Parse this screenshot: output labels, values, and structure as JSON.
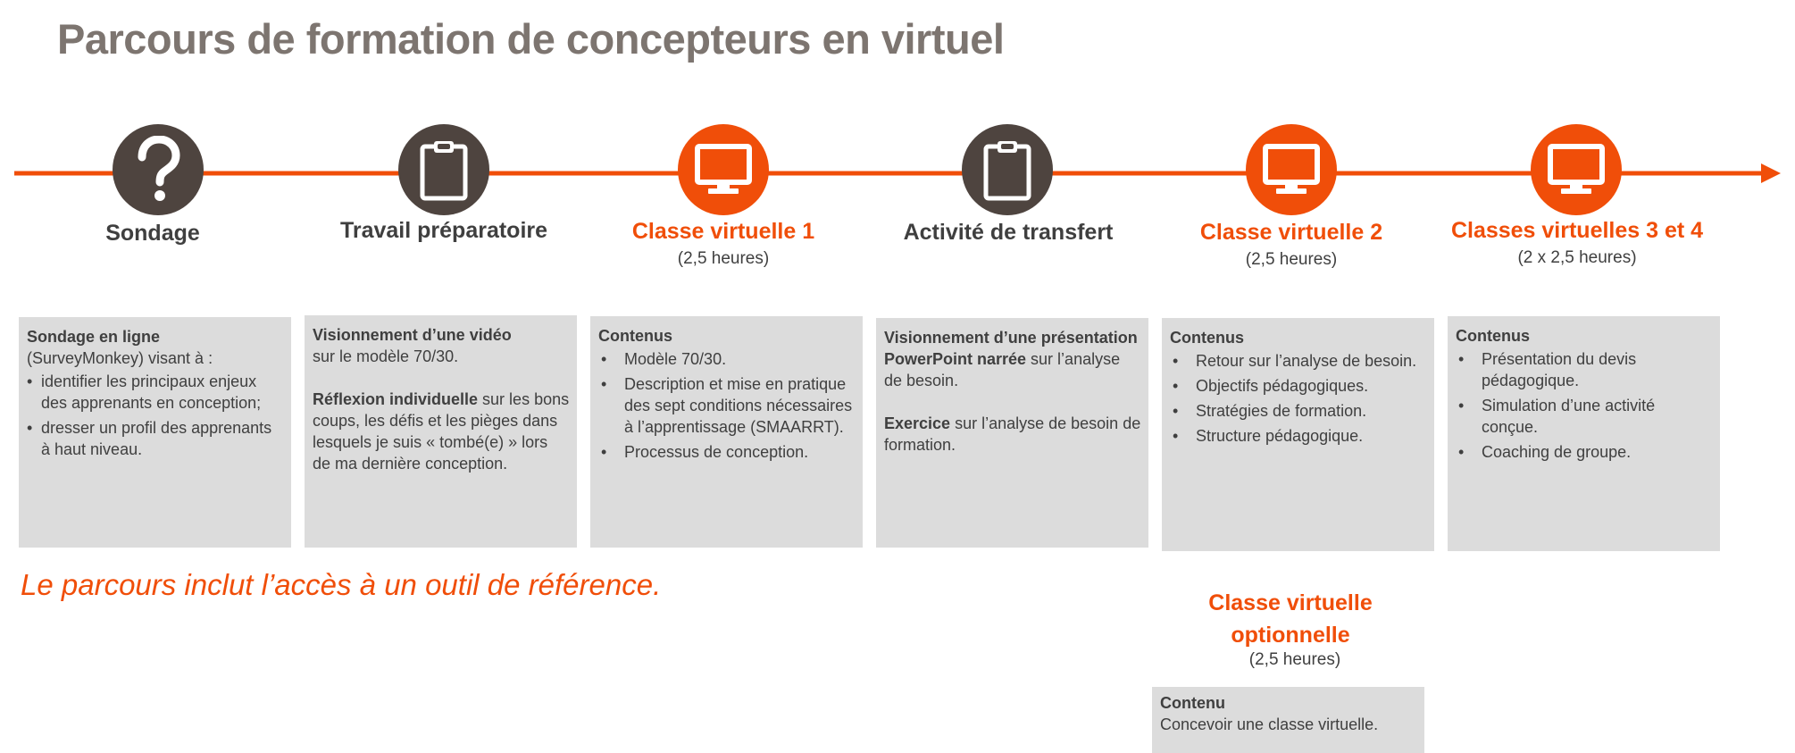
{
  "title": "Parcours de formation de concepteurs en virtuel",
  "colors": {
    "accent": "#f04e09",
    "dark": "#4e443f",
    "box": "#dcdcdc",
    "title": "#7d7570"
  },
  "steps": [
    {
      "icon": "question-mark-icon",
      "title": "Sondage",
      "subtitle": ""
    },
    {
      "icon": "clipboard-icon",
      "title": "Travail préparatoire",
      "subtitle": ""
    },
    {
      "icon": "monitor-icon",
      "title": "Classe virtuelle 1",
      "subtitle": "(2,5 heures)"
    },
    {
      "icon": "clipboard-icon",
      "title": "Activité de transfert",
      "subtitle": ""
    },
    {
      "icon": "monitor-icon",
      "title": "Classe virtuelle 2",
      "subtitle": "(2,5 heures)"
    },
    {
      "icon": "monitor-icon",
      "title": "Classes virtuelles 3 et 4",
      "subtitle": "(2 x 2,5 heures)"
    }
  ],
  "boxes": {
    "sondage": {
      "heading": "Sondage en ligne",
      "intro": "(SurveyMonkey) visant à :",
      "items": [
        "identifier les principaux enjeux des apprenants en conception;",
        "dresser un profil des apprenants à haut niveau."
      ]
    },
    "travail": {
      "p1_bold": "Visionnement d’une vidéo",
      "p1_rest": "sur le modèle 70/30.",
      "p2_bold": "Réflexion individuelle",
      "p2_rest": " sur les bons coups, les défis et les pièges dans lesquels je suis « tombé(e) » lors de ma dernière conception."
    },
    "cv1": {
      "heading": "Contenus",
      "items": [
        "Modèle 70/30.",
        "Description et mise en pratique des sept conditions nécessaires à l’apprentissage (SMAARRT).",
        "Processus de conception."
      ]
    },
    "transfert": {
      "p1_bold": "Visionnement d’une présentation PowerPoint narrée",
      "p1_rest": " sur l’analyse de besoin.",
      "p2_bold": "Exercice",
      "p2_rest": " sur l’analyse de besoin de formation."
    },
    "cv2": {
      "heading": "Contenus",
      "items": [
        "Retour sur l’analyse de besoin.",
        "Objectifs pédagogiques.",
        "Stratégies de formation.",
        "Structure pédagogique."
      ]
    },
    "cv34": {
      "heading": "Contenus",
      "items": [
        "Présentation du devis pédagogique.",
        "Simulation d’une activité conçue.",
        "Coaching de groupe."
      ]
    },
    "optional": {
      "heading": "Contenu",
      "text": "Concevoir une classe virtuelle."
    }
  },
  "note": "Le parcours inclut l’accès à un outil de référence.",
  "optional": {
    "title_line1": "Classe virtuelle",
    "title_line2": "optionnelle",
    "subtitle": "(2,5 heures)"
  }
}
